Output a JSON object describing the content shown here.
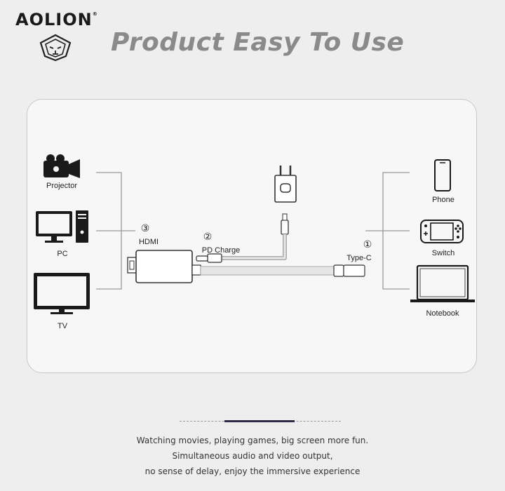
{
  "brand": {
    "name": "AOLION",
    "mark": "®"
  },
  "headline": "Product Easy To Use",
  "diagram": {
    "left_devices": [
      {
        "label": "Projector",
        "icon": "projector-icon"
      },
      {
        "label": "PC",
        "icon": "pc-icon"
      },
      {
        "label": "TV",
        "icon": "tv-icon"
      }
    ],
    "right_devices": [
      {
        "label": "Phone",
        "icon": "phone-icon"
      },
      {
        "label": "Switch",
        "icon": "switch-icon"
      },
      {
        "label": "Notebook",
        "icon": "notebook-icon"
      }
    ],
    "ports": [
      {
        "number": "③",
        "label": "HDMI"
      },
      {
        "number": "②",
        "label": "PD Charge"
      },
      {
        "number": "①",
        "label": "Type-C"
      }
    ],
    "charger_icon": "power-adapter-icon"
  },
  "caption": {
    "line1": "Watching movies, playing games, big screen more fun.",
    "line2": "Simultaneous audio and video output,",
    "line3": "no sense of delay, enjoy the immersive experience"
  }
}
